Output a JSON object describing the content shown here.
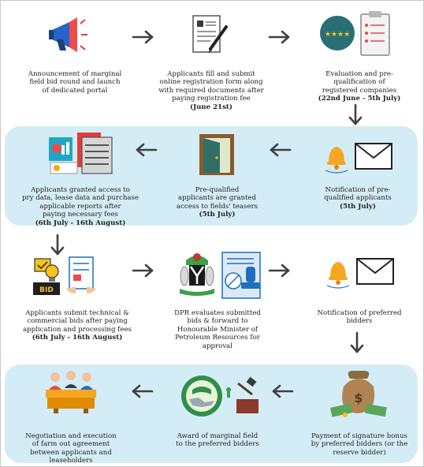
{
  "steps": [
    {
      "caption": "Announcement of marginal\nfield bid round and launch\nof dedicated portal",
      "date": "",
      "icon": "megaphone-icon"
    },
    {
      "caption": "Applicants fill and submit\nonline registration form along\nwith required documents after\npaying registration fee",
      "date": "(June 21st)",
      "icon": "form-pen-icon"
    },
    {
      "caption": "Evaluation and pre-\nqualification of\nregistered companies",
      "date": "(22nd June - 5th July)",
      "icon": "rating-checklist-icon"
    },
    {
      "caption": "Notification of pre-\nqualified applicants",
      "date": "(5th July)",
      "icon": "bell-envelope-icon"
    },
    {
      "caption": "Pre-qualified\napplicants are granted\naccess to fields' teasers",
      "date": "(5th July)",
      "icon": "open-door-icon"
    },
    {
      "caption": "Applicants granted access to\npry data, lease data and purchase\napplicable reports after\npaying necessary fees",
      "date": "(6th July - 16th August)",
      "icon": "data-reports-icon"
    },
    {
      "caption": "Applicants submit technical &\ncommercial bids after paying\napplication and processing fees",
      "date": "(6th July - 16th August)",
      "icon": "bid-submission-icon"
    },
    {
      "caption": "DPR evaluates submitted\nbids & forward to\nHonourable Minister of\nPetroleum Resources for\napproval",
      "date": "",
      "icon": "coat-of-arms-stamp-icon"
    },
    {
      "caption": "Notification of preferred\nbidders",
      "date": "",
      "icon": "bell-envelope-icon"
    },
    {
      "caption": "Payment of signature bonus\nby preferred bidders (or the\nreserve bidder)",
      "date": "",
      "icon": "money-bag-icon"
    },
    {
      "caption": "Award of marginal field\nto the preferred bidders",
      "date": "",
      "icon": "handshake-gavel-icon"
    },
    {
      "caption": "Negotiation and execution\nof farm out agreement\nbetween applicants and\nleaseholders",
      "date": "",
      "icon": "meeting-table-icon"
    }
  ],
  "colors": {
    "band": "#d4ecf5",
    "arrow": "#404040",
    "accent_blue": "#1f6fbf",
    "accent_orange": "#f5a623"
  }
}
